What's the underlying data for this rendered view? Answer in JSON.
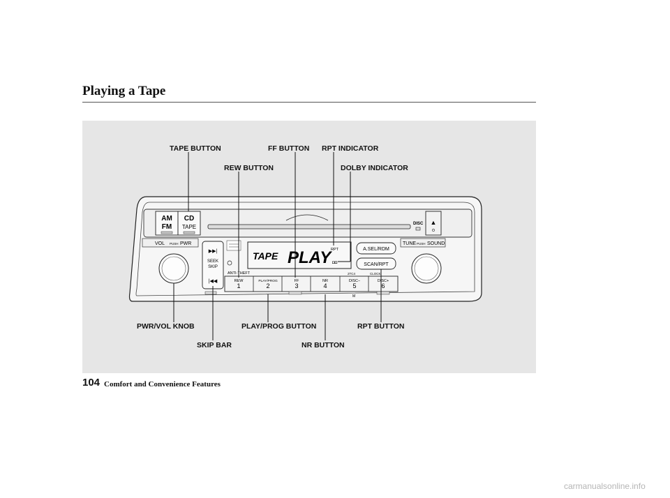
{
  "page": {
    "title": "Playing a Tape",
    "page_number": "104",
    "section_name": "Comfort and Convenience Features",
    "watermark": "carmanualsonline.info"
  },
  "callouts": {
    "tape_button": "TAPE BUTTON",
    "ff_button": "FF BUTTON",
    "rpt_indicator": "RPT INDICATOR",
    "rew_button": "REW BUTTON",
    "dolby_indicator": "DOLBY INDICATOR",
    "pwr_vol_knob": "PWR/VOL KNOB",
    "play_prog_button": "PLAY/PROG BUTTON",
    "rpt_button": "RPT BUTTON",
    "skip_bar": "SKIP BAR",
    "nr_button": "NR BUTTON"
  },
  "radio": {
    "am": "AM",
    "fm": "FM",
    "cd": "CD",
    "tape": "TAPE",
    "disc": "DISC",
    "eject": "▲",
    "vol": "VOL",
    "push": "PUSH",
    "pwr": "PWR",
    "tune": "TUNE",
    "sound": "SOUND",
    "seek": "SEEK",
    "skip": "SKIP",
    "seek_up": "▶▶|",
    "seek_down": "|◀◀",
    "anti_theft": "ANTI-THEFT",
    "display_mode": "TAPE",
    "display_status": "PLAY",
    "display_rpt": "RPT",
    "display_dolby": "◘◘",
    "asel_rdm": "A.SEL/RDM",
    "scan_rpt": "SCAN/RPT",
    "preset_labels": [
      "REW",
      "PLAY/PROG",
      "FF",
      "NR",
      "DISC−",
      "DISC+"
    ],
    "preset_numbers": [
      "1",
      "2",
      "3",
      "4",
      "5",
      "6"
    ],
    "preset_sub_left": "2TC4",
    "preset_sub_right": "CLOCK",
    "preset_m": "M"
  },
  "colors": {
    "panel_bg": "#e6e6e6",
    "radio_face": "#f4f4f4",
    "line": "#222222"
  }
}
